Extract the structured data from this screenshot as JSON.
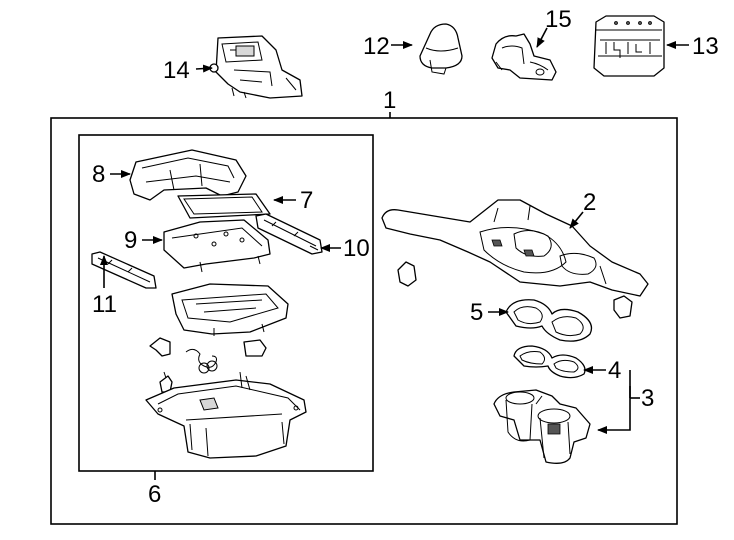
{
  "callouts": {
    "c1": "1",
    "c2": "2",
    "c3": "3",
    "c4": "4",
    "c5": "5",
    "c6": "6",
    "c7": "7",
    "c8": "8",
    "c9": "9",
    "c10": "10",
    "c11": "11",
    "c12": "12",
    "c13": "13",
    "c14": "14",
    "c15": "15"
  },
  "colors": {
    "line": "#000000",
    "background": "#ffffff",
    "shade": "#d8d8d8"
  }
}
